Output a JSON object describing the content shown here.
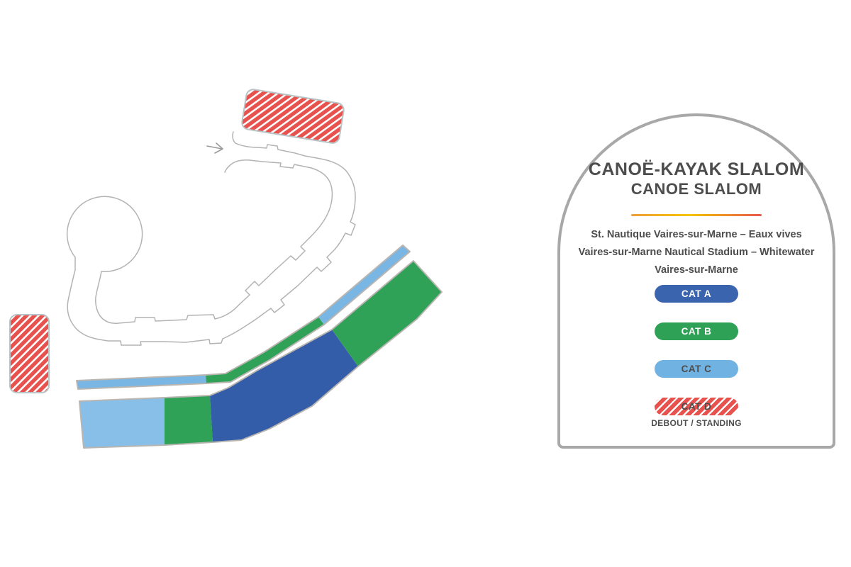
{
  "page": {
    "background": "#ffffff"
  },
  "legend_panel": {
    "title_line1": "CANOË-KAYAK SLALOM",
    "title_line2": "CANOE SLALOM",
    "divider_colors": [
      "#f09d3c",
      "#f2c500",
      "#e9564f"
    ],
    "venue_lines": [
      "St. Nautique Vaires-sur-Marne – Eaux vives",
      "Vaires-sur-Marne Nautical Stadium – Whitewater",
      "Vaires-sur-Marne"
    ],
    "categories": [
      {
        "label": "CAT A",
        "color": "#3b64ae",
        "text_color": "#ffffff",
        "style": "solid"
      },
      {
        "label": "CAT B",
        "color": "#2fa156",
        "text_color": "#ffffff",
        "style": "solid"
      },
      {
        "label": "CAT C",
        "color": "#70b2e1",
        "text_color": "#4d4d4d",
        "style": "solid"
      },
      {
        "label": "CAT D",
        "color": "#e8524e",
        "text_color": "#4d4d4d",
        "style": "hatched"
      }
    ],
    "standing_note": "DEBOUT / STANDING",
    "border_color": "#a8a8a8",
    "text_color": "#4d4d4d"
  },
  "map": {
    "course_outline_color": "#b3b3b3",
    "section_outline_color": "#b9b5b1",
    "start_arrow": "right-arrow",
    "sections": [
      {
        "name": "cat-c-lower-stand-left",
        "category": "CAT C",
        "color": "#88bfe8"
      },
      {
        "name": "cat-b-lower-stand",
        "category": "CAT B",
        "color": "#2fa257"
      },
      {
        "name": "cat-a-main-stand",
        "category": "CAT A",
        "color": "#335da9"
      },
      {
        "name": "cat-b-upper-stand",
        "category": "CAT B",
        "color": "#2fa257"
      },
      {
        "name": "cat-c-strip-left",
        "category": "CAT C",
        "color": "#79b6e4"
      },
      {
        "name": "cat-b-strip-bend",
        "category": "CAT B",
        "color": "#2fa257"
      },
      {
        "name": "cat-c-strip-diagonal",
        "category": "CAT C",
        "color": "#79b6e4"
      },
      {
        "name": "cat-d-standing-top",
        "category": "CAT D",
        "color": "#e8524e",
        "hatched": true
      },
      {
        "name": "cat-d-standing-left",
        "category": "CAT D",
        "color": "#e8524e",
        "hatched": true
      }
    ]
  }
}
